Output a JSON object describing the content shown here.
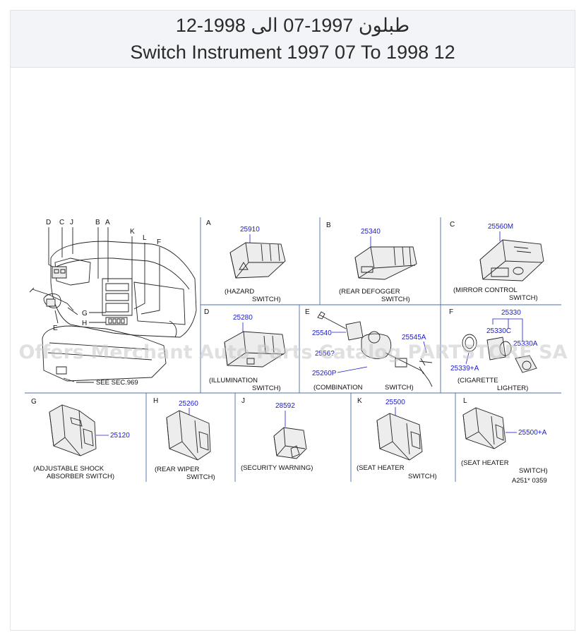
{
  "header": {
    "title_ar": "طبلون 1997-07 الى 1998-12",
    "title_en": "Switch Instrument 1997 07 To 1998 12"
  },
  "watermark": "Offers Merchant Auto Parts Catalog PARTSTORE SA",
  "overview": {
    "letters": [
      "D",
      "C",
      "J",
      "B",
      "A",
      "K",
      "L",
      "F",
      "G",
      "H",
      "E"
    ],
    "see_note": "SEE  SEC.969"
  },
  "panels": {
    "A": {
      "letter": "A",
      "part": "25910",
      "name1": "(HAZARD",
      "name2": "SWITCH)"
    },
    "B": {
      "letter": "B",
      "part": "25340",
      "name1": "(REAR  DEFOGGER",
      "name2": "SWITCH)"
    },
    "C": {
      "letter": "C",
      "part": "25560M",
      "name1": "(MIRROR  CONTROL",
      "name2": "SWITCH)"
    },
    "D": {
      "letter": "D",
      "part": "25280",
      "name1": "(ILLUMINATION",
      "name2": "SWITCH)"
    },
    "E": {
      "letter": "E",
      "parts": [
        "25540",
        "25545A",
        "2556?",
        "25260P"
      ],
      "name1": "(COMBINATION",
      "name2": "SWITCH)"
    },
    "F": {
      "letter": "F",
      "parts": [
        "25330",
        "25330C",
        "25330A",
        "25339+A"
      ],
      "name1": "(CIGARETTE",
      "name2": "LIGHTER)"
    },
    "G": {
      "letter": "G",
      "part": "25120",
      "name1": "(ADJUSTABLE  SHOCK",
      "name2": "ABSORBER  SWITCH)"
    },
    "H": {
      "letter": "H",
      "part": "25260",
      "name1": "(REAR  WIPER",
      "name2": "SWITCH)"
    },
    "J": {
      "letter": "J",
      "part": "28592",
      "name1": "(SECURITY  WARNING)"
    },
    "K": {
      "letter": "K",
      "part": "25500",
      "name1": "(SEAT  HEATER",
      "name2": "SWITCH)"
    },
    "L": {
      "letter": "L",
      "part": "25500+A",
      "name1": "(SEAT  HEATER",
      "name2": "SWITCH)"
    }
  },
  "figure_code": "A251*  0359"
}
